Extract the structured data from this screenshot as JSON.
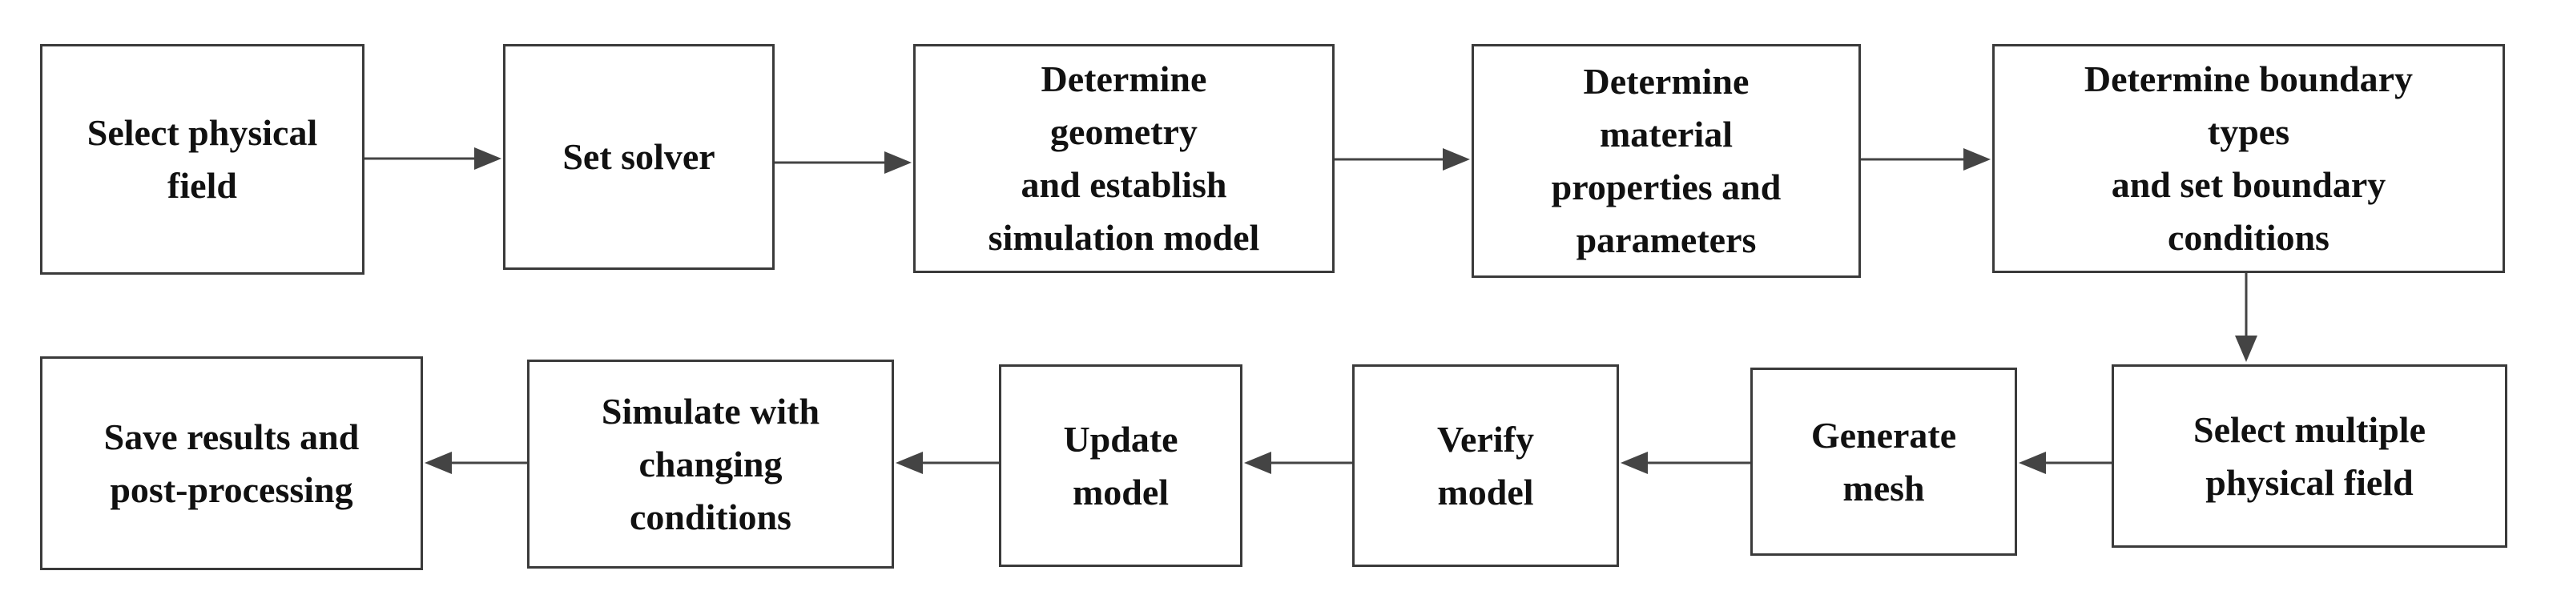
{
  "diagram": {
    "steps": [
      {
        "id": "select-physical-field",
        "label": "Select physical\nfield"
      },
      {
        "id": "set-solver",
        "label": "Set solver"
      },
      {
        "id": "determine-geometry",
        "label": "Determine\ngeometry\nand establish\nsimulation model"
      },
      {
        "id": "determine-material",
        "label": "Determine\nmaterial\nproperties and\nparameters"
      },
      {
        "id": "determine-boundary",
        "label": "Determine boundary\ntypes\nand set boundary\nconditions"
      },
      {
        "id": "select-multiple-field",
        "label": "Select multiple\nphysical field"
      },
      {
        "id": "generate-mesh",
        "label": "Generate\nmesh"
      },
      {
        "id": "verify-model",
        "label": "Verify\nmodel"
      },
      {
        "id": "update-model",
        "label": "Update\nmodel"
      },
      {
        "id": "simulate-changing",
        "label": "Simulate with\nchanging\nconditions"
      },
      {
        "id": "save-results",
        "label": "Save results and\npost-processing"
      }
    ],
    "flow": [
      [
        "select-physical-field",
        "set-solver"
      ],
      [
        "set-solver",
        "determine-geometry"
      ],
      [
        "determine-geometry",
        "determine-material"
      ],
      [
        "determine-material",
        "determine-boundary"
      ],
      [
        "determine-boundary",
        "select-multiple-field"
      ],
      [
        "select-multiple-field",
        "generate-mesh"
      ],
      [
        "generate-mesh",
        "verify-model"
      ],
      [
        "verify-model",
        "update-model"
      ],
      [
        "update-model",
        "simulate-changing"
      ],
      [
        "simulate-changing",
        "save-results"
      ]
    ],
    "colors": {
      "border": "#3a3a3a",
      "arrow": "#444444",
      "text": "#111111",
      "background": "#ffffff"
    }
  }
}
